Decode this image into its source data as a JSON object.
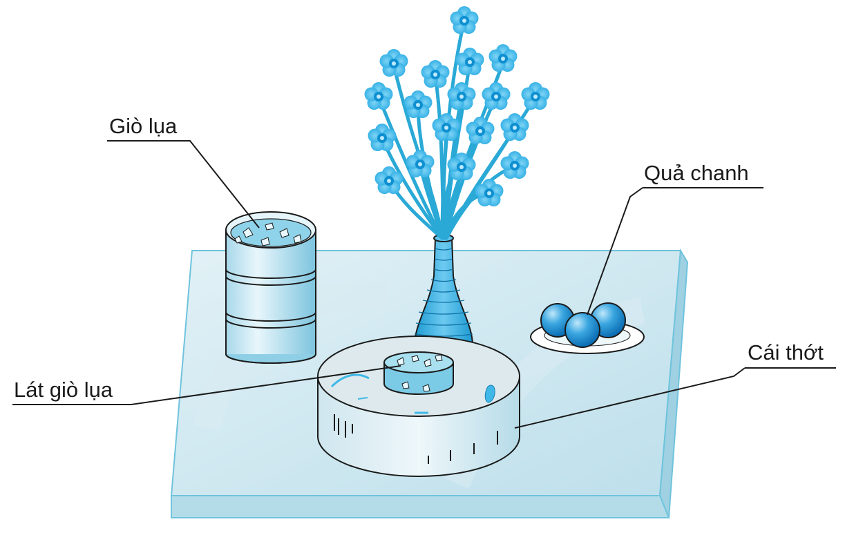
{
  "labels": {
    "gio_lua": "Giò lụa",
    "qua_chanh": "Quả chanh",
    "lat_gio_lua": "Lát giò lụa",
    "cai_thot": "Cái thớt"
  },
  "colors": {
    "flower": "#3fb8e8",
    "flower_center": "#0e8fd0",
    "stem": "#2aa9d6",
    "table_top": "#cfe7ef",
    "table_side": "#a9d6e5",
    "cyan_accent": "#6fd0f0",
    "lemon": "#1f8fd6",
    "outline": "#1a1a1a"
  },
  "icons": [
    "flower-icon",
    "lemon-icon"
  ]
}
